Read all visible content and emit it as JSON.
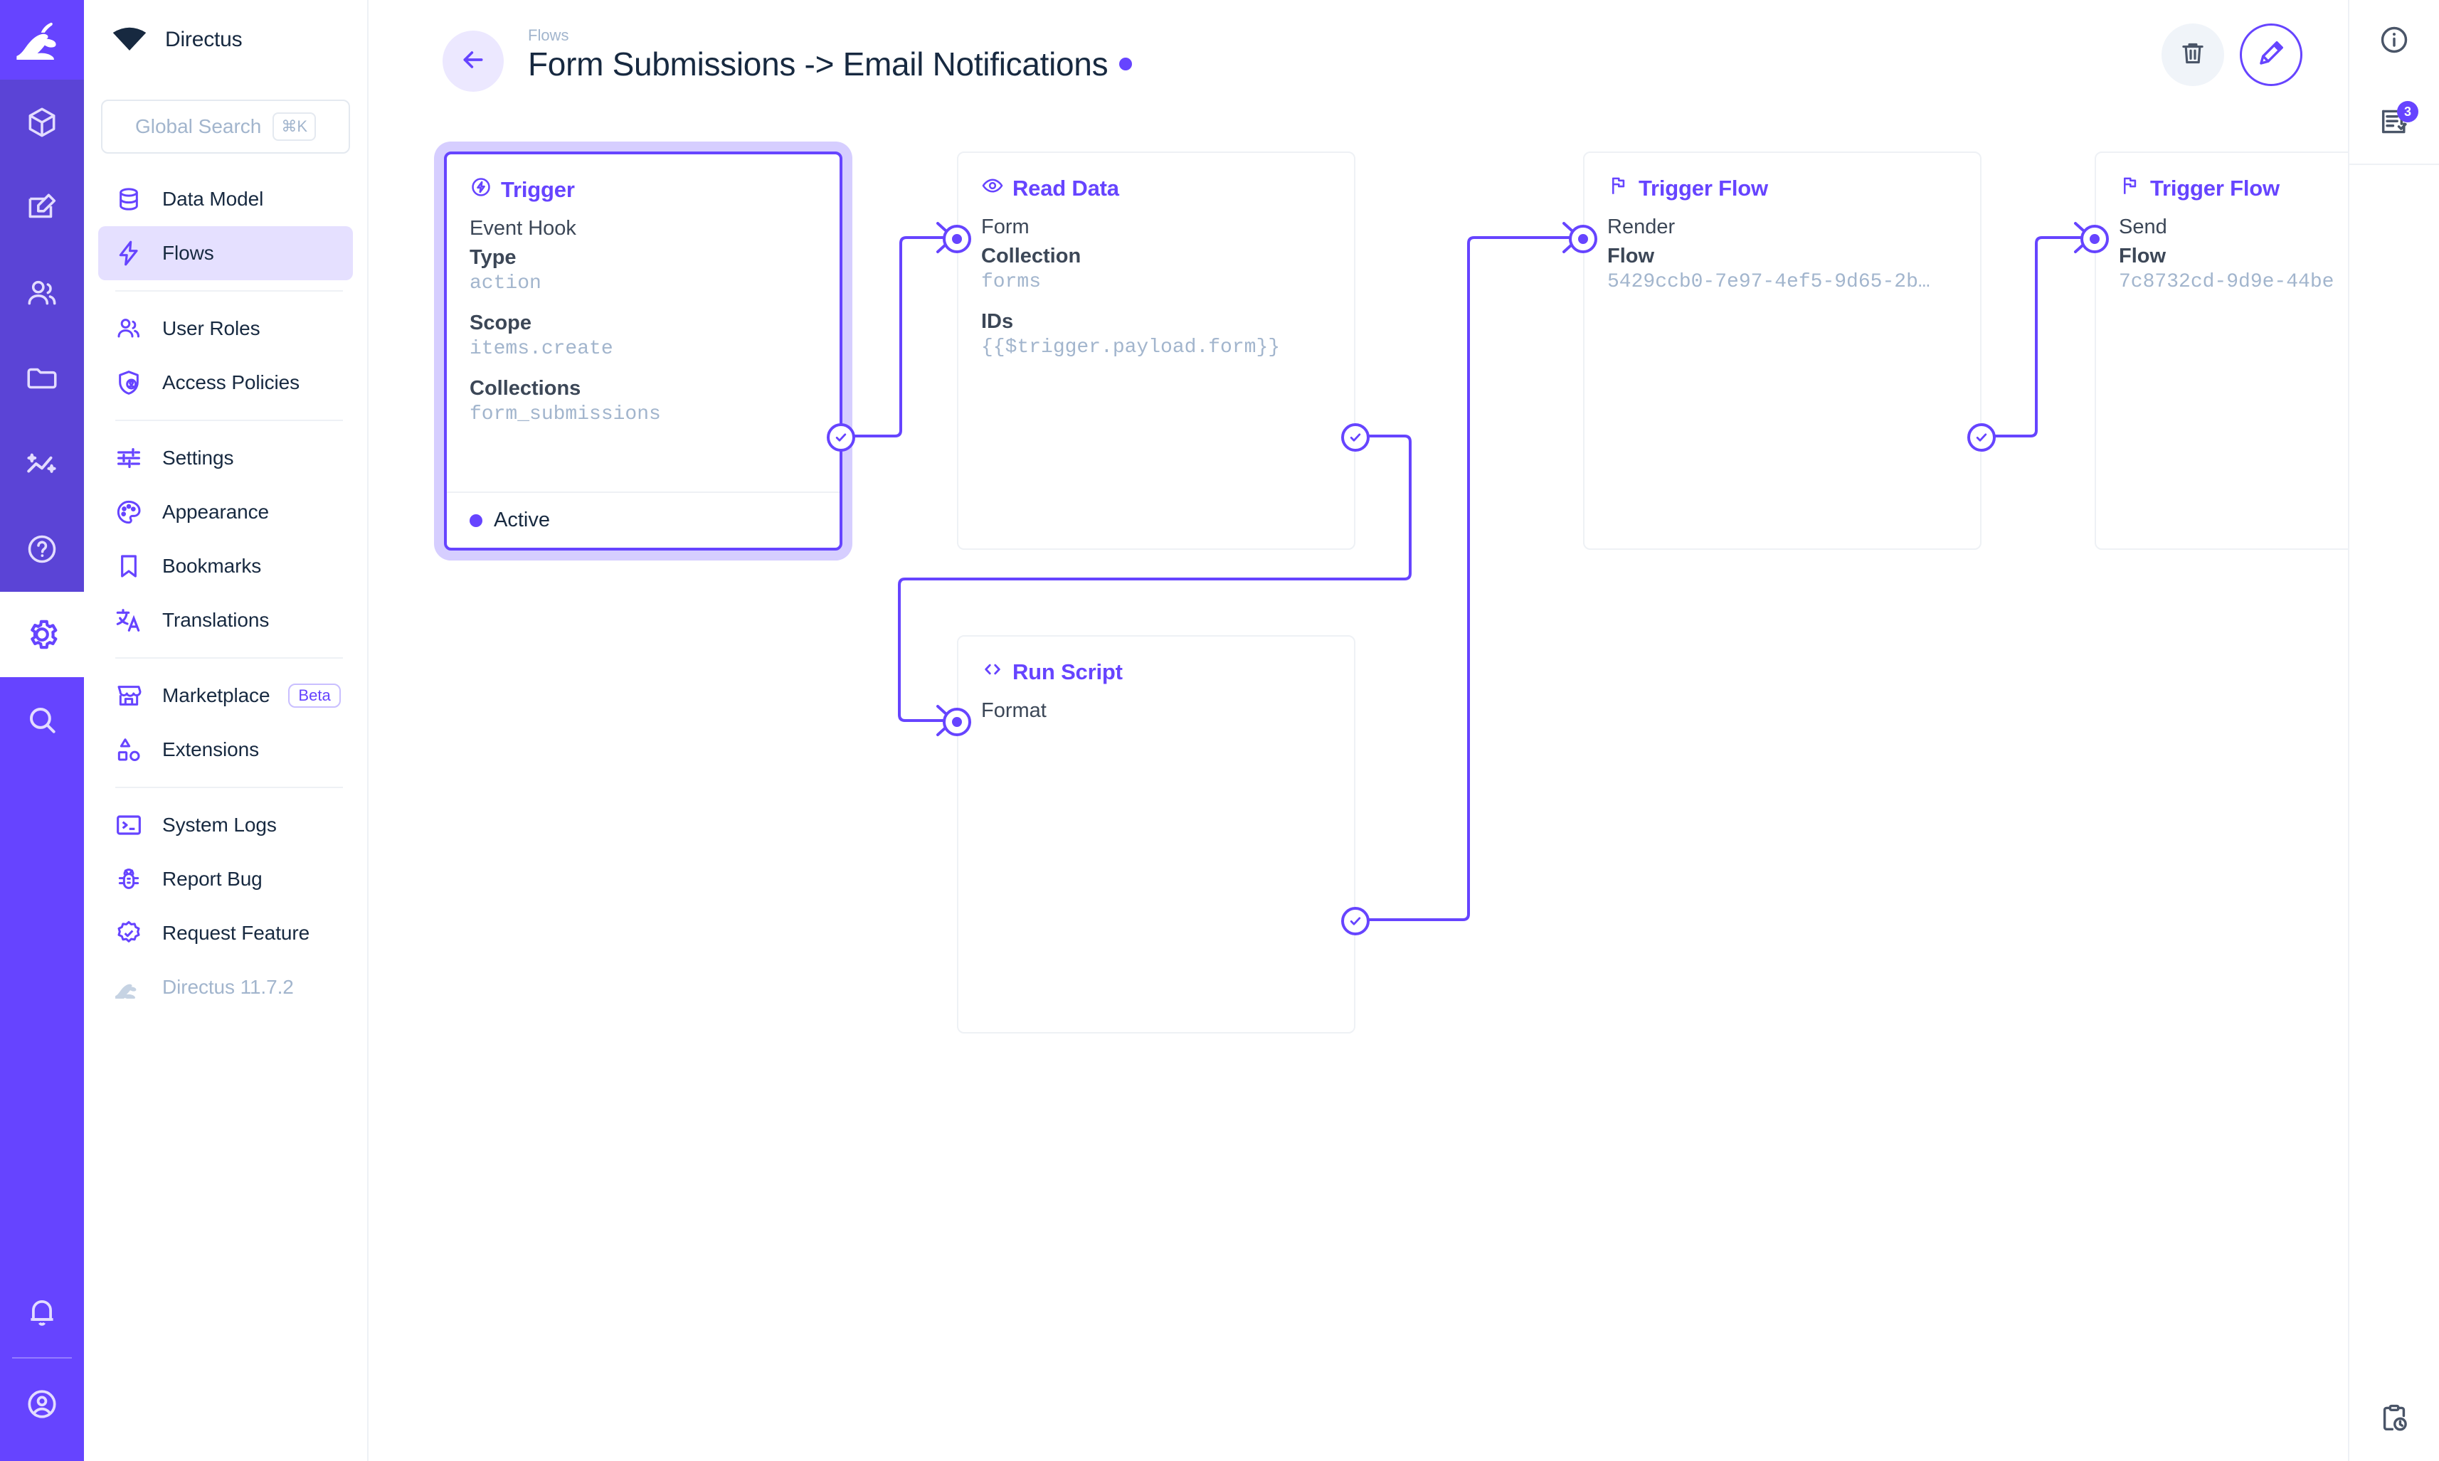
{
  "app": {
    "brand": "Directus",
    "version_label": "Directus 11.7.2"
  },
  "search": {
    "placeholder": "Global Search",
    "shortcut": "⌘K"
  },
  "module_rail": {
    "items": [
      {
        "icon": "directus-rabbit-logo-icon",
        "name": "logo"
      },
      {
        "icon": "box-icon",
        "name": "content"
      },
      {
        "icon": "edit-square-icon",
        "name": "editor"
      },
      {
        "icon": "users-icon",
        "name": "users"
      },
      {
        "icon": "folder-icon",
        "name": "files"
      },
      {
        "icon": "insights-sparkline-icon",
        "name": "insights"
      },
      {
        "icon": "help-circle-icon",
        "name": "help"
      },
      {
        "icon": "gear-icon",
        "name": "settings",
        "active": true
      },
      {
        "icon": "search-icon",
        "name": "search"
      }
    ],
    "bottom": [
      {
        "icon": "bell-icon",
        "name": "notifications"
      },
      {
        "icon": "account-circle-icon",
        "name": "account"
      }
    ]
  },
  "sidebar": {
    "groups": [
      {
        "items": [
          {
            "label": "Data Model",
            "icon": "database-icon",
            "active": false
          },
          {
            "label": "Flows",
            "icon": "lightning-bolt-icon",
            "active": true
          }
        ]
      },
      {
        "items": [
          {
            "label": "User Roles",
            "icon": "users-icon",
            "active": false
          },
          {
            "label": "Access Policies",
            "icon": "shield-person-icon",
            "active": false
          }
        ]
      },
      {
        "items": [
          {
            "label": "Settings",
            "icon": "tune-sliders-icon",
            "active": false
          },
          {
            "label": "Appearance",
            "icon": "palette-icon",
            "active": false
          },
          {
            "label": "Bookmarks",
            "icon": "bookmark-icon",
            "active": false
          },
          {
            "label": "Translations",
            "icon": "translate-icon",
            "active": false
          }
        ]
      },
      {
        "items": [
          {
            "label": "Marketplace",
            "icon": "storefront-icon",
            "badge": "Beta",
            "active": false
          },
          {
            "label": "Extensions",
            "icon": "shapes-icon",
            "active": false
          }
        ]
      },
      {
        "items": [
          {
            "label": "System Logs",
            "icon": "terminal-icon",
            "active": false
          },
          {
            "label": "Report Bug",
            "icon": "bug-icon",
            "active": false
          },
          {
            "label": "Request Feature",
            "icon": "verified-check-icon",
            "active": false
          }
        ]
      }
    ]
  },
  "header": {
    "breadcrumb": "Flows",
    "title": "Form Submissions -> Email Notifications",
    "status_dot_color": "#6644ff",
    "back_icon": "arrow-left-icon",
    "actions": [
      {
        "name": "delete-flow-button",
        "icon": "trash-icon",
        "style": "ghost"
      },
      {
        "name": "edit-flow-button",
        "icon": "pencil-icon",
        "style": "outline"
      }
    ]
  },
  "right_rail": {
    "items": [
      {
        "name": "info-panel-button",
        "icon": "info-circle-icon",
        "badge": null
      },
      {
        "name": "revisions-button",
        "icon": "notes-list-icon",
        "badge": "3"
      }
    ],
    "bottom": {
      "name": "flow-logs-button",
      "icon": "clipboard-clock-icon"
    }
  },
  "flow": {
    "nodes": [
      {
        "id": "trigger",
        "kind": "trigger",
        "title": "Trigger",
        "icon": "trigger-bolt-circle-icon",
        "subtitle": "Event Hook",
        "selected": true,
        "fields": [
          {
            "label": "Type",
            "value": "action"
          },
          {
            "label": "Scope",
            "value": "items.create"
          },
          {
            "label": "Collections",
            "value": "form_submissions"
          }
        ],
        "footer": {
          "status": "Active",
          "dot_color": "#6644ff"
        }
      },
      {
        "id": "read-data",
        "kind": "operation",
        "title": "Read Data",
        "icon": "eye-icon",
        "subtitle": "Form",
        "selected": false,
        "fields": [
          {
            "label": "Collection",
            "value": "forms"
          },
          {
            "label": "IDs",
            "value": "{{$trigger.payload.form}}"
          }
        ]
      },
      {
        "id": "trigger-flow-render",
        "kind": "operation",
        "title": "Trigger Flow",
        "icon": "flag-icon",
        "subtitle": "Render",
        "selected": false,
        "fields": [
          {
            "label": "Flow",
            "value": "5429ccb0-7e97-4ef5-9d65-2b…"
          }
        ]
      },
      {
        "id": "trigger-flow-send",
        "kind": "operation",
        "title": "Trigger Flow",
        "icon": "flag-icon",
        "subtitle": "Send",
        "selected": false,
        "fields": [
          {
            "label": "Flow",
            "value": "7c8732cd-9d9e-44be"
          }
        ]
      },
      {
        "id": "run-script",
        "kind": "operation",
        "title": "Run Script",
        "icon": "code-brackets-icon",
        "subtitle": "Format",
        "selected": false,
        "fields": []
      }
    ],
    "edges": [
      {
        "from": "trigger",
        "to": "read-data",
        "type": "resolve"
      },
      {
        "from": "read-data",
        "to": "run-script",
        "type": "resolve"
      },
      {
        "from": "run-script",
        "to": "trigger-flow-render",
        "type": "resolve"
      },
      {
        "from": "trigger-flow-render",
        "to": "trigger-flow-send",
        "type": "resolve"
      }
    ]
  }
}
